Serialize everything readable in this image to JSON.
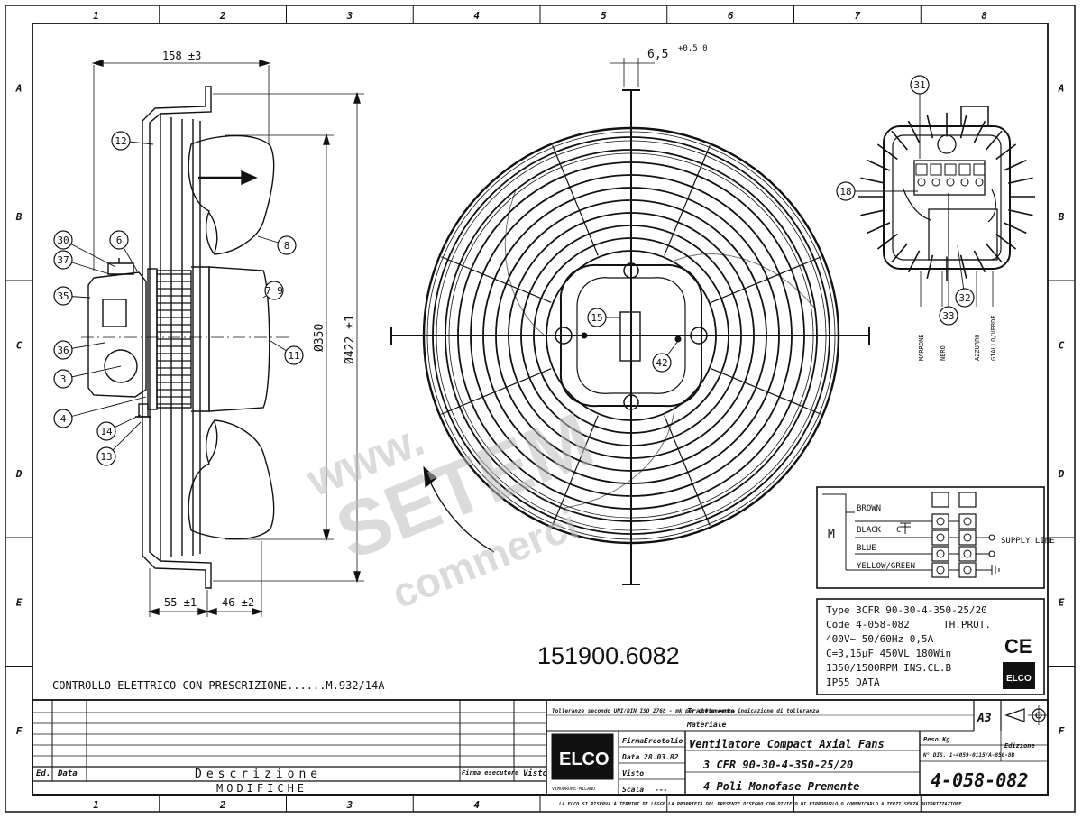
{
  "frame": {
    "columns": [
      "1",
      "2",
      "3",
      "4",
      "5",
      "6",
      "7",
      "8"
    ],
    "rows": [
      "A",
      "B",
      "C",
      "D",
      "E",
      "F"
    ]
  },
  "side_view": {
    "dims": {
      "width_158": "158 ±3",
      "dia_350": "Ø350",
      "dia_422": "Ø422 ±1",
      "dim_55": "55 ±1",
      "dim_46": "46 ±2"
    },
    "balloons": [
      "12",
      "8",
      "7 9",
      "11",
      "6",
      "30",
      "37",
      "35",
      "36",
      "3",
      "4",
      "14",
      "13"
    ]
  },
  "front_view": {
    "dim_slot": "6,5",
    "dim_slot_tol": "+0,5 0",
    "balloons": [
      "15",
      "42"
    ]
  },
  "terminal_box": {
    "balloons": [
      "31",
      "18",
      "32",
      "33"
    ],
    "wire_labels": [
      "MARRONE",
      "NERO",
      "AZZURRO",
      "GIALLO/VERDE"
    ]
  },
  "wiring": {
    "motor_label": "M",
    "wires": [
      "BROWN",
      "BLACK",
      "BLUE",
      "YELLOW/GREEN"
    ],
    "cap_label": "C",
    "supply": "SUPPLY LINE"
  },
  "nameplate": {
    "lines": [
      "Type 3CFR 90-30-4-350-25/20",
      "Code 4-058-082",
      "TH.PROT.",
      "400V∼ 50/60Hz 0,5A",
      "C=3,15µF 450VL 180Win",
      "1350/1500RPM INS.CL.B",
      "IP55 DATA"
    ],
    "ce_mark": "CE",
    "logo": "ELCO"
  },
  "part_number": "151900.6082",
  "control_note": "CONTROLLO ELETTRICO CON PRESCRIZIONE......M.932/14A",
  "watermark": [
    "www.",
    "SETEM",
    "commerci"
  ],
  "title_block": {
    "col_ed": "Ed.",
    "col_date": "Data",
    "col_desc": "Descrizione",
    "col_firma": "Firma esecutore",
    "col_visto": "Visto",
    "modifiche": "MODIFICHE",
    "tolerance_note": "Tolleranze secondo UNI/DIN ISO 2768 - mk per quote senza indicazione di tolleranza",
    "trattamento": "Trattamento",
    "materiale": "Materiale",
    "firma_label": "Firma",
    "firma_value": "Ercotolio",
    "data_label": "Data",
    "data_value": "28.03.82",
    "visto_label": "Visto",
    "scala_label": "Scala",
    "scala_value": "---",
    "logo": "ELCO",
    "logo_sub": "VIMODRONE-MILANO",
    "title_1": "Ventilatore Compact Axial Fans",
    "title_2": "3 CFR 90-30-4-350-25/20",
    "title_3": "4 Poli Monofase Premente",
    "size": "A3",
    "peso": "Peso Kg",
    "edizione": "Edizione",
    "dis_ref": "N° DIS. 1-4059-0115/A-850-8B",
    "drawing_number": "4-058-082",
    "copyright": "LA ELCO SI RISERVA A TERMINI DI LEGGE LA PROPRIETÀ DEL PRESENTE DISEGNO CON DIVIETO DI RIPRODURLO O COMUNICARLO A TERZI SENZA AUTORIZZAZIONE"
  }
}
